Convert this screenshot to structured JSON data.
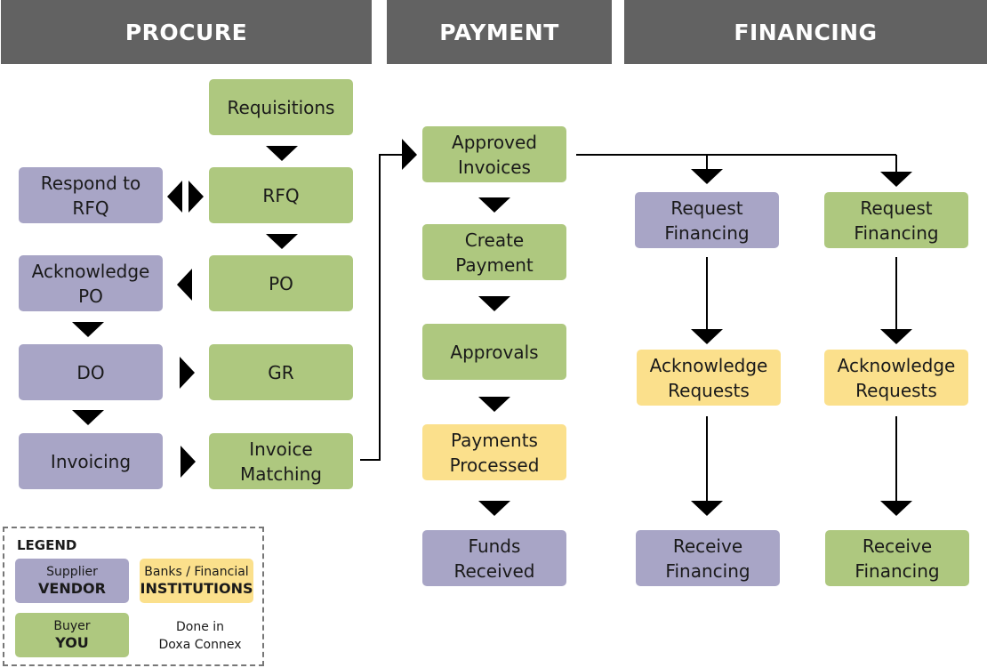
{
  "colors": {
    "header": "#626262",
    "vendor": "#a8a5c6",
    "buyer": "#aec87f",
    "bank": "#fbe08c",
    "line": "#000000"
  },
  "headers": {
    "procure": "PROCURE",
    "payment": "PAYMENT",
    "financing": "FINANCING"
  },
  "procure": {
    "requisitions": "Requisitions",
    "rfq": "RFQ",
    "respond_rfq": "Respond to\nRFQ",
    "po": "PO",
    "acknowledge_po": "Acknowledge\nPO",
    "do": "DO",
    "gr": "GR",
    "invoicing": "Invoicing",
    "invoice_matching": "Invoice\nMatching"
  },
  "payment": {
    "approved_invoices": "Approved\nInvoices",
    "create_payment": "Create\nPayment",
    "approvals": "Approvals",
    "payments_processed": "Payments\nProcessed",
    "funds_received": "Funds\nReceived"
  },
  "financing": {
    "left": {
      "request": "Request\nFinancing",
      "acknowledge": "Acknowledge\nRequests",
      "receive": "Receive\nFinancing"
    },
    "right": {
      "request": "Request\nFinancing",
      "acknowledge": "Acknowledge\nRequests",
      "receive": "Receive\nFinancing"
    }
  },
  "legend": {
    "title": "LEGEND",
    "vendor_small": "Supplier",
    "vendor_big": "VENDOR",
    "bank_small": "Banks / Financial",
    "bank_big": "INSTITUTIONS",
    "buyer_small": "Buyer",
    "buyer_big": "YOU",
    "note_line1": "Done in",
    "note_line2": "Doxa Connex"
  }
}
